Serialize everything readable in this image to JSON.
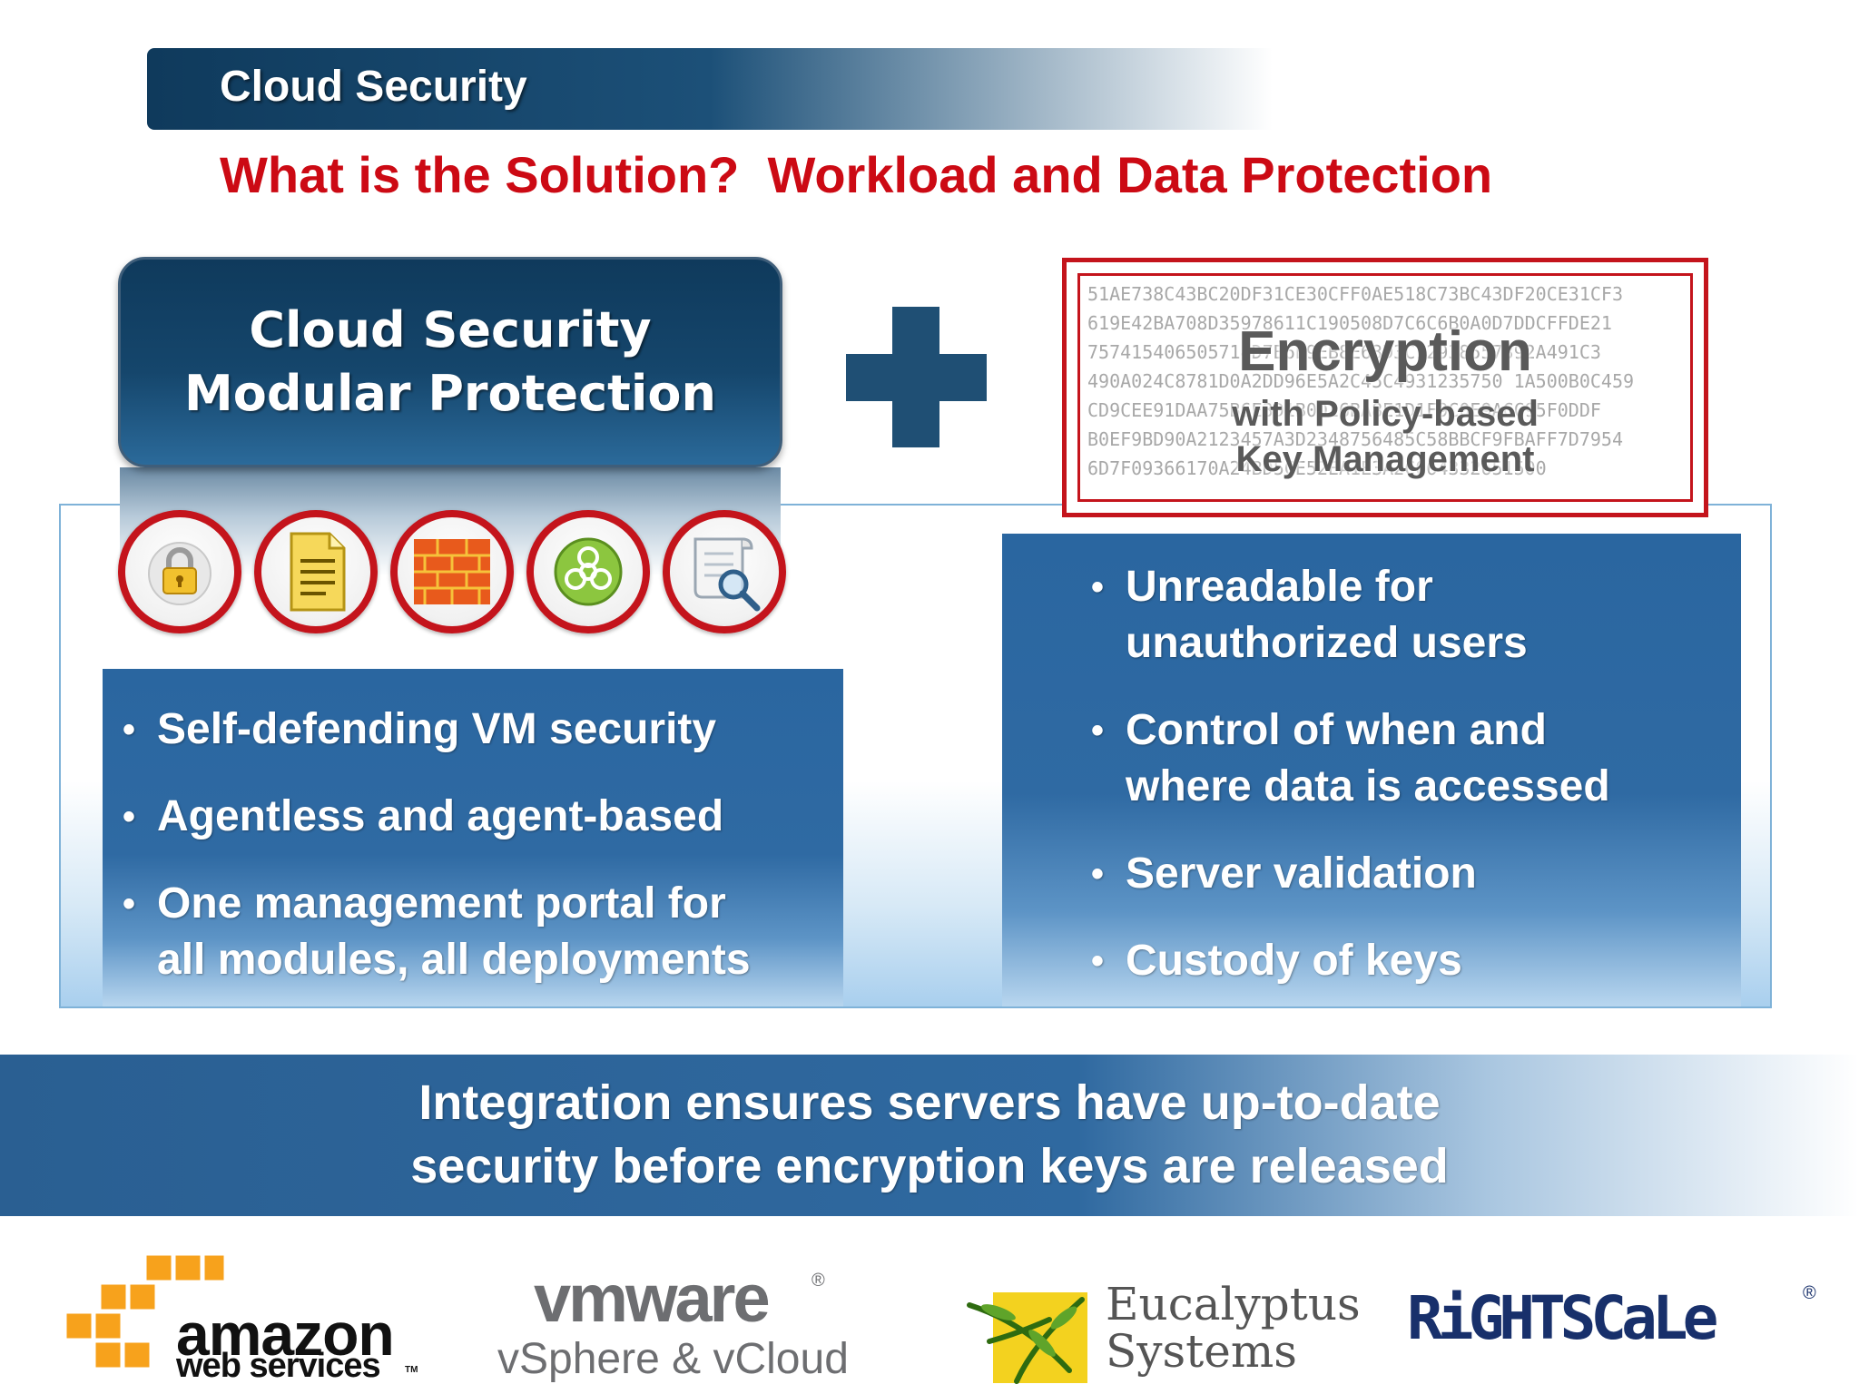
{
  "header": {
    "title": "Cloud Security",
    "subtitle": "What is the Solution?  Workload and Data Protection"
  },
  "left": {
    "box_line1": "Cloud Security",
    "box_line2": "Modular Protection",
    "icons": [
      "lock-icon",
      "document-icon",
      "firewall-icon",
      "biohazard-icon",
      "scroll-magnifier-icon"
    ],
    "bullets": [
      {
        "lines": [
          "Self-defending VM security"
        ]
      },
      {
        "lines": [
          "Agentless and agent-based"
        ]
      },
      {
        "lines": [
          "One management portal for",
          "all modules, all deployments"
        ]
      }
    ]
  },
  "right": {
    "enc_title": "Encryption",
    "enc_line2": "with Policy-based",
    "enc_line3": "Key Management",
    "hex_lines": [
      "51AE738C43BC20DF31CE30CFF0AE518C73BC43DF20CE31CF3",
      "619E42BA708D35978611C190508D7C6C6B0A0D7DDCFFDE21",
      "757415406505714D7B6E9EB8E63D3C12938557392A491C3",
      "490A024C8781D0A2DD96E5A2C45C4931235750 1A500B0C459",
      "CD9CEE91DAA75B6E3D1B0D16BA8E1D1F9C0E9ACC95F0DDF",
      "B0EF9BD90A2123457A3D2348756485C58BBCF9FBAFF7D7954",
      "6D7F09366170A24BD5CE52EA1E3A2C064332651500"
    ],
    "bullets": [
      {
        "lines": [
          "Unreadable for",
          "unauthorized users"
        ]
      },
      {
        "lines": [
          "Control of when and",
          "where data is accessed"
        ]
      },
      {
        "lines": [
          "Server validation"
        ]
      },
      {
        "lines": [
          "Custody of keys"
        ]
      }
    ]
  },
  "integration": {
    "line1": "Integration ensures servers have up-to-date",
    "line2": "security before encryption keys are released"
  },
  "logos": {
    "amazon_1": "amazon",
    "amazon_2": "web services",
    "amazon_tm": "TM",
    "vmware_1": "vmware",
    "vmware_reg": "®",
    "vmware_2": "vSphere & vCloud",
    "eucalyptus_1": "Eucalyptus",
    "eucalyptus_2": "Systems",
    "rightscale": "RiGHTSCaLe",
    "rightscale_reg": "®"
  },
  "colors": {
    "header_navy": "#0f3a5c",
    "accent_red": "#cc0a14",
    "panel_blue": "#2f6aa3",
    "amazon_orange": "#f7a21c",
    "rightscale_navy": "#18306b"
  }
}
